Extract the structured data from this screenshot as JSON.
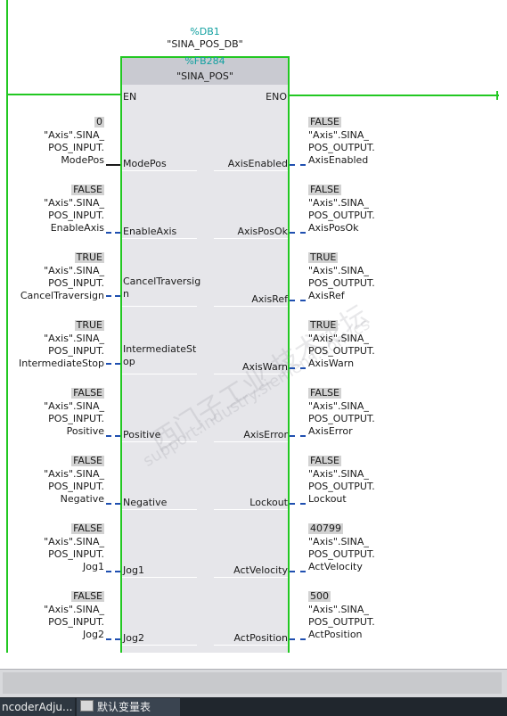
{
  "db": {
    "address": "%DB1",
    "name": "\"SINA_POS_DB\""
  },
  "fb": {
    "address": "%FB284",
    "name": "\"SINA_POS\""
  },
  "en": "EN",
  "eno": "ENO",
  "inputs": [
    {
      "pin": "ModePos",
      "value": "0",
      "tag": [
        "\"Axis\".SINA_",
        "POS_INPUT.",
        "ModePos"
      ]
    },
    {
      "pin": "EnableAxis",
      "value": "FALSE",
      "tag": [
        "\"Axis\".SINA_",
        "POS_INPUT.",
        "EnableAxis"
      ]
    },
    {
      "pin": "CancelTraversig n",
      "value": "TRUE",
      "tag": [
        "\"Axis\".SINA_",
        "POS_INPUT.",
        "CancelTraversign"
      ]
    },
    {
      "pin": "IntermediateSt op",
      "value": "TRUE",
      "tag": [
        "\"Axis\".SINA_",
        "POS_INPUT.",
        "IntermediateStop"
      ]
    },
    {
      "pin": "Positive",
      "value": "FALSE",
      "tag": [
        "\"Axis\".SINA_",
        "POS_INPUT.",
        "Positive"
      ]
    },
    {
      "pin": "Negative",
      "value": "FALSE",
      "tag": [
        "\"Axis\".SINA_",
        "POS_INPUT.",
        "Negative"
      ]
    },
    {
      "pin": "Jog1",
      "value": "FALSE",
      "tag": [
        "\"Axis\".SINA_",
        "POS_INPUT.",
        "Jog1"
      ]
    },
    {
      "pin": "Jog2",
      "value": "FALSE",
      "tag": [
        "\"Axis\".SINA_",
        "POS_INPUT.",
        "Jog2"
      ]
    }
  ],
  "outputs": [
    {
      "pin": "AxisEnabled",
      "value": "FALSE",
      "tag": [
        "\"Axis\".SINA_",
        "POS_OUTPUT.",
        "AxisEnabled"
      ]
    },
    {
      "pin": "AxisPosOk",
      "value": "FALSE",
      "tag": [
        "\"Axis\".SINA_",
        "POS_OUTPUT.",
        "AxisPosOk"
      ]
    },
    {
      "pin": "AxisRef",
      "value": "TRUE",
      "tag": [
        "\"Axis\".SINA_",
        "POS_OUTPUT.",
        "AxisRef"
      ]
    },
    {
      "pin": "AxisWarn",
      "value": "TRUE",
      "tag": [
        "\"Axis\".SINA_",
        "POS_OUTPUT.",
        "AxisWarn"
      ]
    },
    {
      "pin": "AxisError",
      "value": "FALSE",
      "tag": [
        "\"Axis\".SINA_",
        "POS_OUTPUT.",
        "AxisError"
      ]
    },
    {
      "pin": "Lockout",
      "value": "FALSE",
      "tag": [
        "\"Axis\".SINA_",
        "POS_OUTPUT.",
        "Lockout"
      ]
    },
    {
      "pin": "ActVelocity",
      "value": "40799",
      "tag": [
        "\"Axis\".SINA_",
        "POS_OUTPUT.",
        "ActVelocity"
      ]
    },
    {
      "pin": "ActPosition",
      "value": "500",
      "tag": [
        "\"Axis\".SINA_",
        "POS_OUTPUT.",
        "ActPosition"
      ]
    }
  ],
  "watermark": {
    "line1": "西门子工业 技术论坛",
    "line2": "support.industry.siemens.com/cs"
  },
  "taskbar": {
    "tab1": "ncoderAdju...",
    "tab2": "默认变量表"
  },
  "colors": {
    "wire_green": "#22c822",
    "header_teal": "#12a0a0",
    "dashed_blue": "#1f4fb0"
  }
}
